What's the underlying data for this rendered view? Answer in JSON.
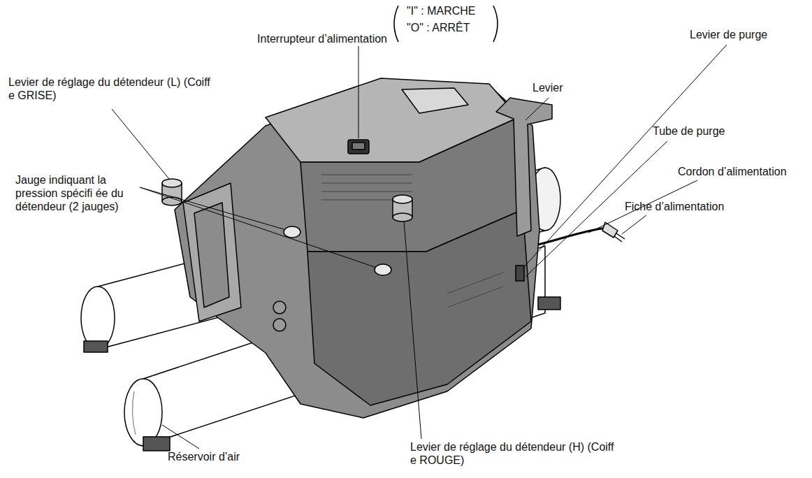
{
  "diagram": {
    "labels": [
      "Interrupteur d’alimentation",
      "\"I\"  : MARCHE",
      "\"O\" : ARRÊT",
      "Levier de purge",
      "Levier de réglage du détendeur (L) (Coiff e GRISE)",
      "Levier",
      "Tube de purge",
      "Cordon d’alimentation",
      "Jauge indiquant la pression spécifi ée du détendeur (2 jauges)",
      "Fiche d’alimentation",
      "Réservoir d’air",
      "Levier de réglage du détendeur (H) (Coiff e ROUGE)"
    ]
  }
}
